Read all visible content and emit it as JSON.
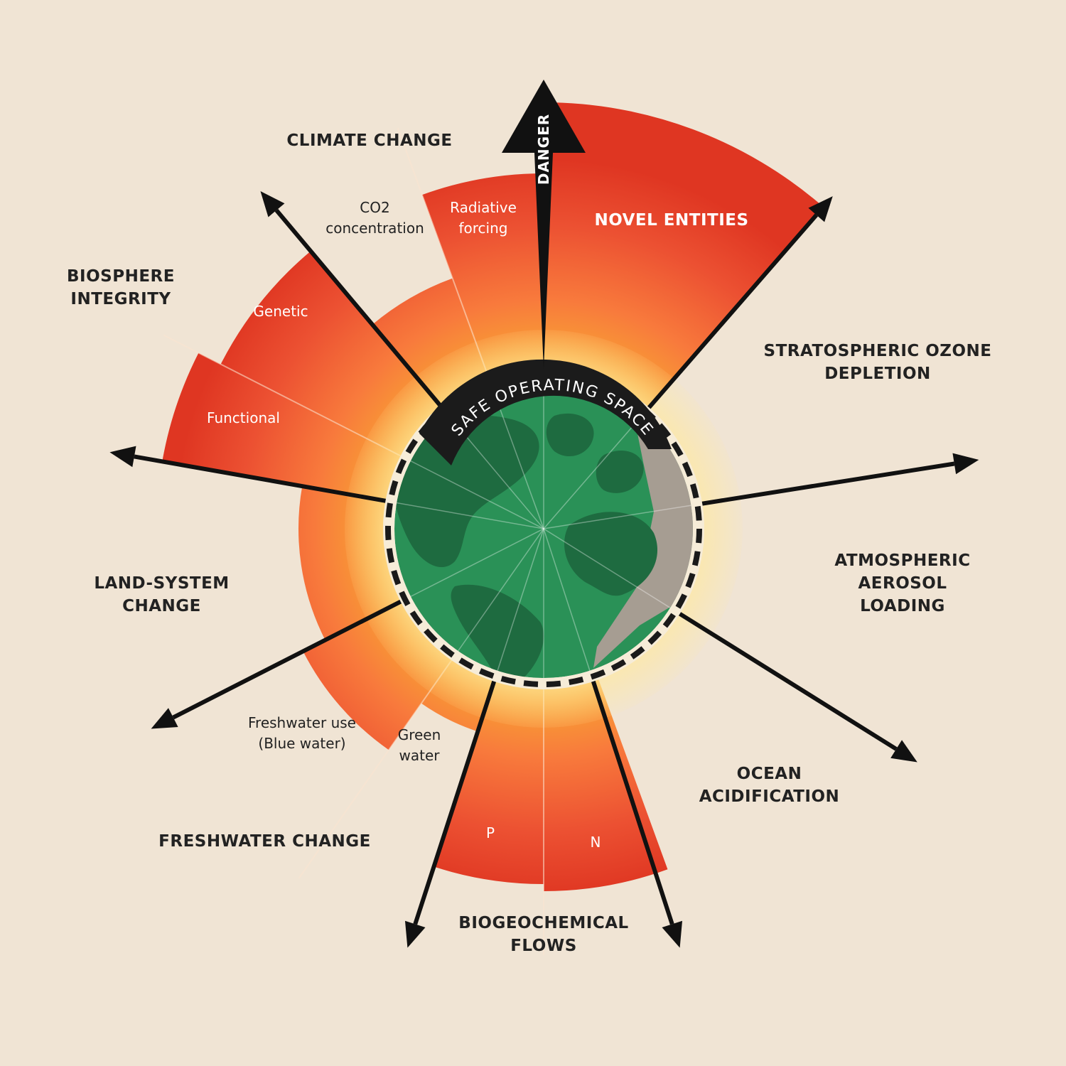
{
  "categories": {
    "climate_change": "CLIMATE CHANGE",
    "novel_entities": "NOVEL ENTITIES",
    "ozone": [
      "STRATOSPHERIC OZONE",
      "DEPLETION"
    ],
    "aerosol": [
      "ATMOSPHERIC",
      "AEROSOL",
      "LOADING"
    ],
    "ocean": [
      "OCEAN",
      "ACIDIFICATION"
    ],
    "biogeochemical": [
      "BIOGEOCHEMICAL",
      "FLOWS"
    ],
    "freshwater": "FRESHWATER CHANGE",
    "land_system": [
      "LAND-SYSTEM",
      "CHANGE"
    ],
    "biosphere": [
      "BIOSPHERE",
      "INTEGRITY"
    ]
  },
  "sub_labels": {
    "co2": [
      "CO2",
      "concentration"
    ],
    "radiative": [
      "Radiative",
      "forcing"
    ],
    "genetic": "Genetic",
    "functional": "Functional",
    "blue_water": [
      "Freshwater use",
      "(Blue water)"
    ],
    "green_water": [
      "Green",
      "water"
    ],
    "p": "P",
    "n": "N"
  },
  "danger_label": "DANGER",
  "safe_space_label": "SAFE OPERATING SPACE",
  "colors": {
    "background": "#f0e4d4",
    "ocean": "#2a9157",
    "land": "#1e6b40",
    "ice": "#a69d92",
    "red": "#e23a22",
    "orange": "#f87a3c",
    "amber": "#f9a832",
    "arrow": "#111111"
  }
}
